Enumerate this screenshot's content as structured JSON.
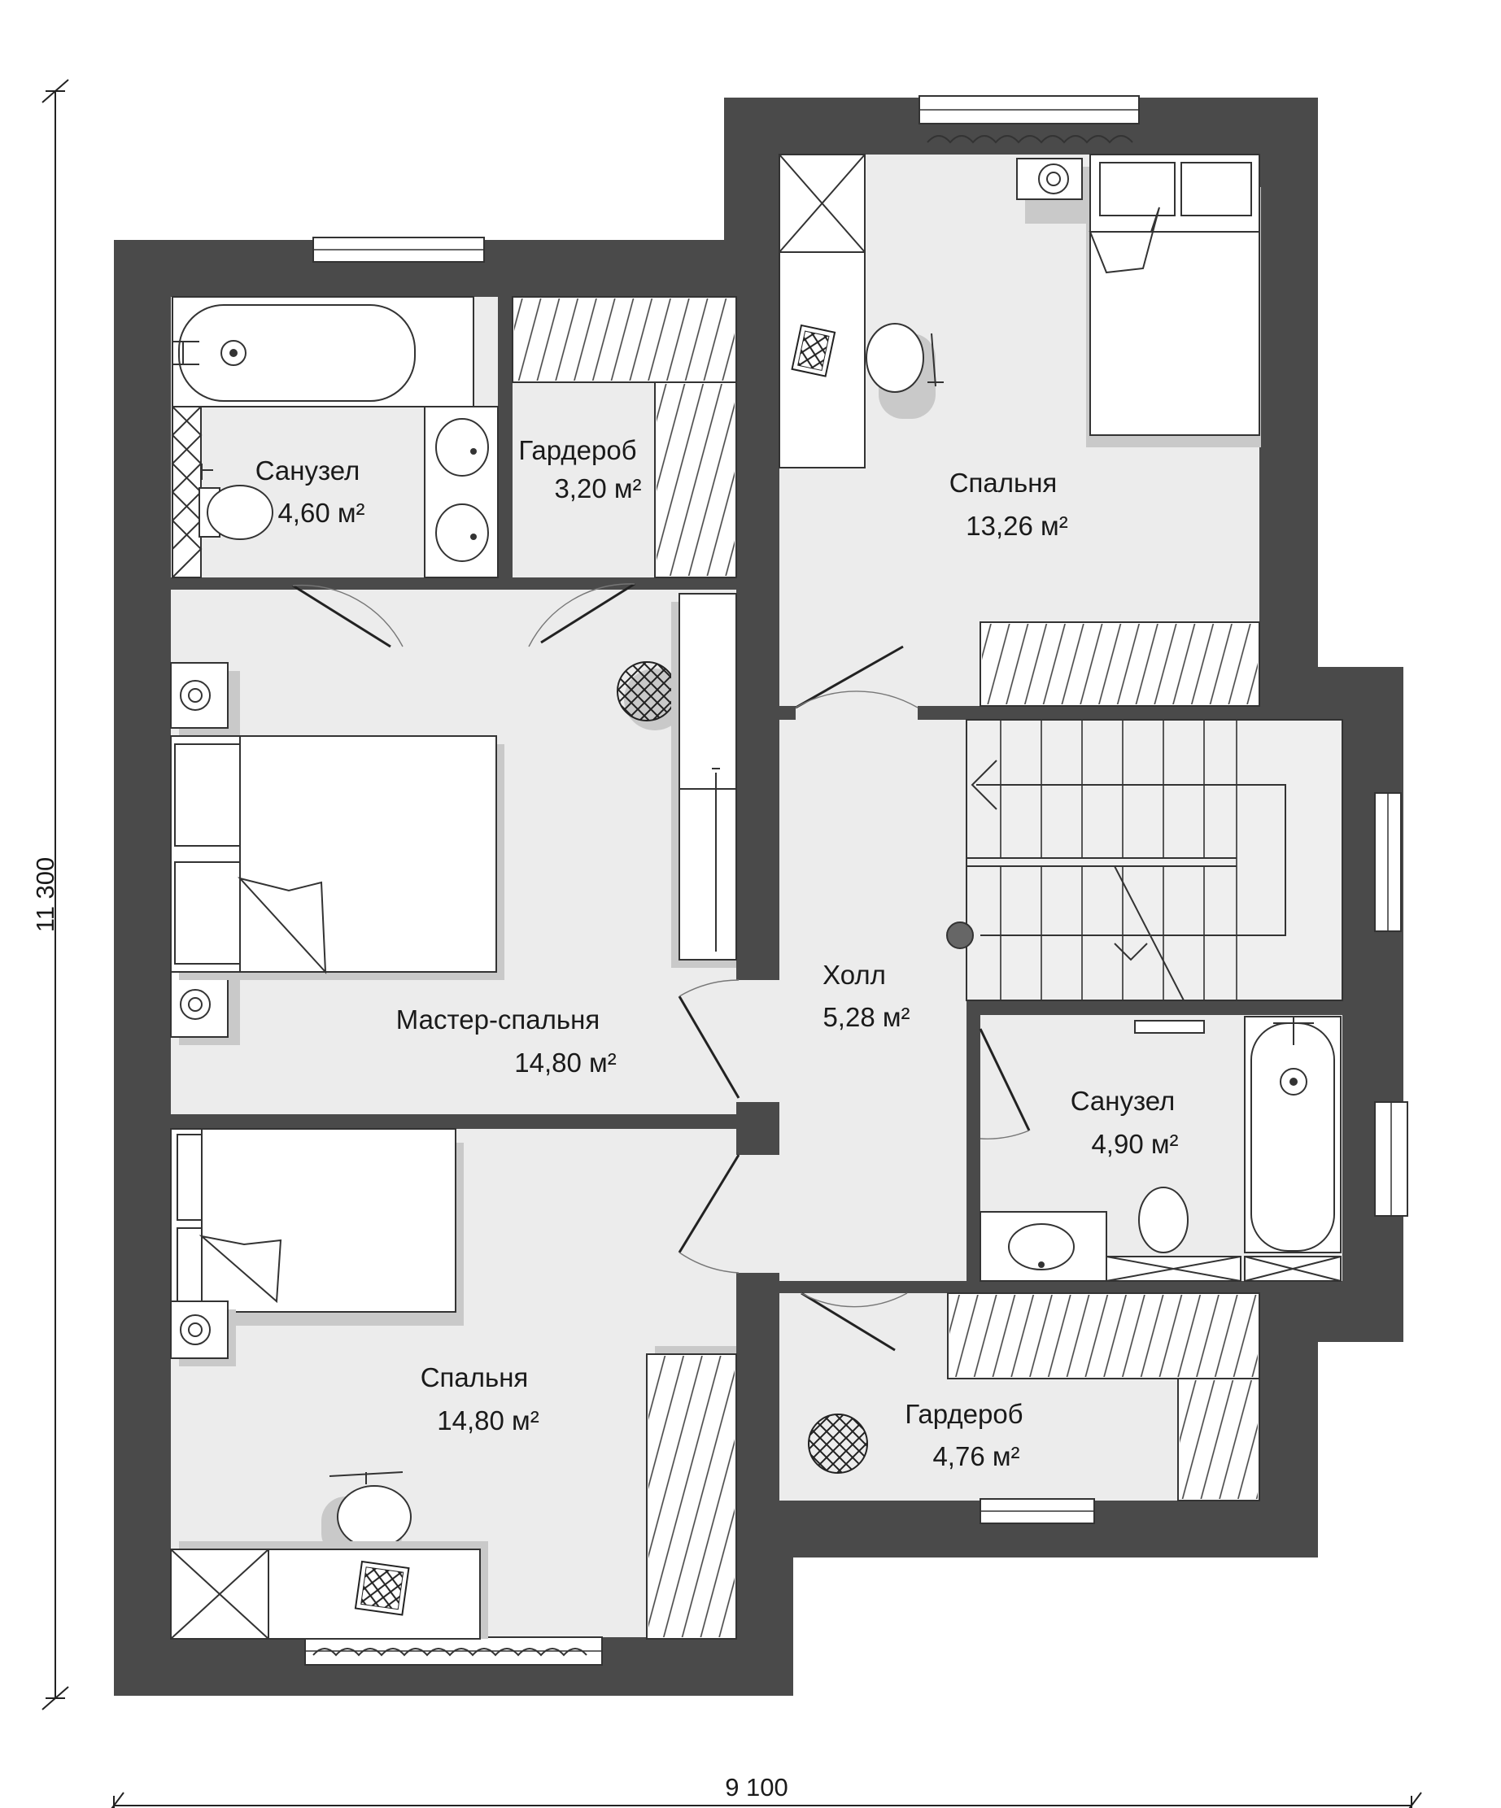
{
  "dimensions": {
    "height_label": "11 300",
    "width_label": "9 100"
  },
  "rooms": [
    {
      "id": "bath-1",
      "name": "Санузел",
      "area": "4,60 м²"
    },
    {
      "id": "closet-1",
      "name": "Гардероб",
      "area": "3,20 м²"
    },
    {
      "id": "bedroom-1",
      "name": "Спальня",
      "area": "13,26 м²"
    },
    {
      "id": "master",
      "name": "Мастер-спальня",
      "area": "14,80 м²"
    },
    {
      "id": "hall",
      "name": "Холл",
      "area": "5,28 м²"
    },
    {
      "id": "bath-2",
      "name": "Санузел",
      "area": "4,90 м²"
    },
    {
      "id": "bedroom-2",
      "name": "Спальня",
      "area": "14,80 м²"
    },
    {
      "id": "closet-2",
      "name": "Гардероб",
      "area": "4,76 м²"
    }
  ],
  "icons": {
    "stair_arrow": "arrow-icon",
    "lamp": "floor-lamp-icon",
    "laptop": "laptop-icon",
    "chair": "office-chair-icon",
    "pouf": "pouf-icon"
  },
  "colors": {
    "wall": "#4a4a4a",
    "floor": "#ececec",
    "furniture": "#ffffff"
  }
}
